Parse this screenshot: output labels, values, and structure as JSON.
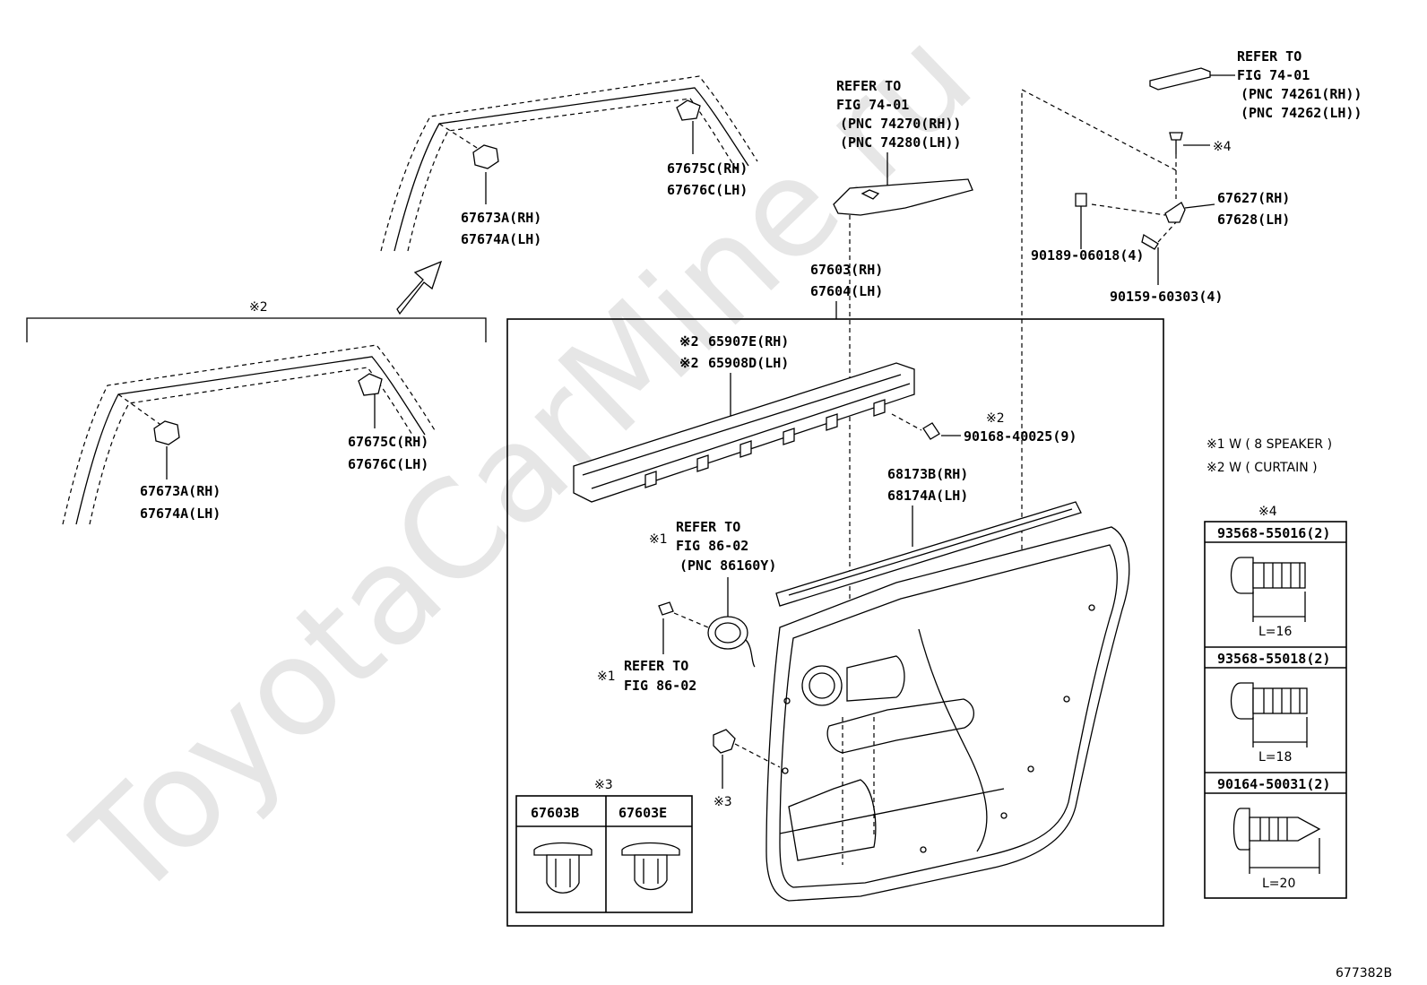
{
  "watermark": "ToyotaCarMine.ru",
  "figure_code": "677382B",
  "left_group": {
    "marker": "※2",
    "upper_clip_front": [
      "67673A(RH)",
      "67674A(LH)"
    ],
    "upper_clip_rear": [
      "67675C(RH)",
      "67676C(LH)"
    ],
    "lower_clip_front": [
      "67673A(RH)",
      "67674A(LH)"
    ],
    "lower_clip_rear": [
      "67675C(RH)",
      "67676C(LH)"
    ]
  },
  "armrest_ref": [
    "REFER TO",
    "FIG 74-01",
    "(PNC 74270(RH))",
    "(PNC 74280(LH))"
  ],
  "cover_ref": [
    "REFER TO",
    "FIG 74-01",
    "(PNC 74261(RH))",
    "(PNC 74262(LH))"
  ],
  "screw_note": "※4",
  "bracket": [
    "67627(RH)",
    "67628(LH)"
  ],
  "clip_90189": "90189-06018(4)",
  "screw_90159": "90159-60303(4)",
  "trim_panel": [
    "67603(RH)",
    "67604(LH)"
  ],
  "curtain_rail": [
    "※2",
    "65907E(RH)",
    "※2",
    "65908D(LH)"
  ],
  "bolt_90168": [
    "※2",
    "90168-40025(9)"
  ],
  "weatherstrip": [
    "68173B(RH)",
    "68174A(LH)"
  ],
  "speaker_ref": [
    "※1",
    "REFER TO",
    "FIG 86-02",
    "(PNC 86160Y)"
  ],
  "speaker_screw_ref": [
    "※1",
    "REFER TO",
    "FIG 86-02"
  ],
  "clip_marker": "※3",
  "notes": [
    "※1 W ( 8 SPEAKER )",
    "※2 W ( CURTAIN )"
  ],
  "clip_table": {
    "marker": "※3",
    "headers": [
      "67603B",
      "67603E"
    ]
  },
  "screw_table": {
    "marker": "※4",
    "rows": [
      {
        "part": "93568-55016(2)",
        "length": "L=16"
      },
      {
        "part": "93568-55018(2)",
        "length": "L=18"
      },
      {
        "part": "90164-50031(2)",
        "length": "L=20"
      }
    ]
  }
}
